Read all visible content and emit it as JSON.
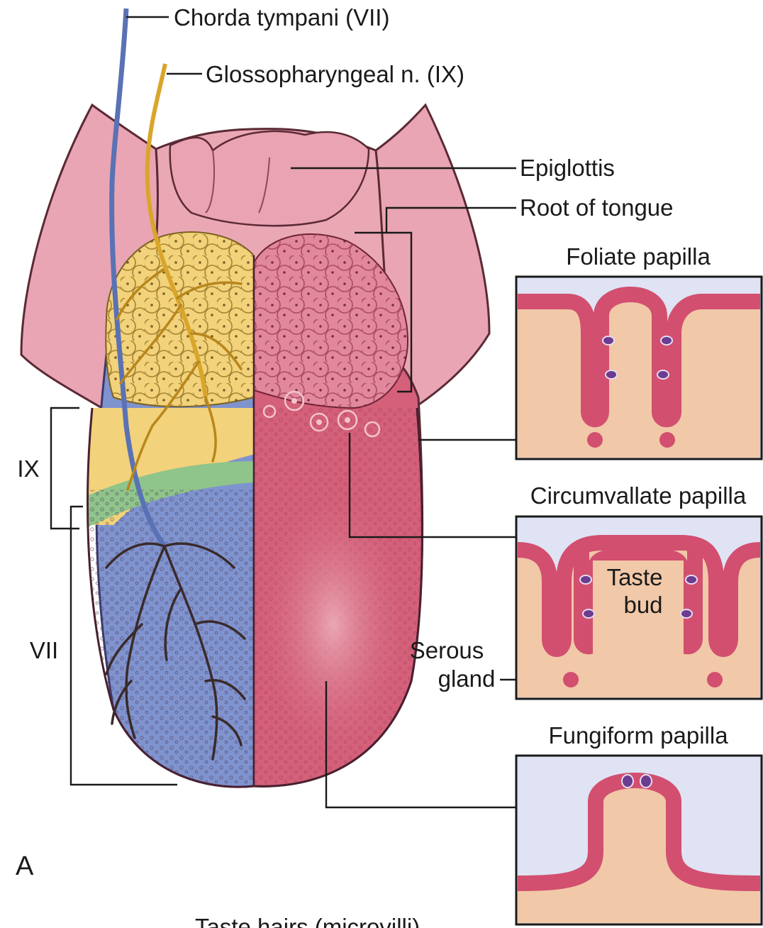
{
  "labels": {
    "chorda_tympani": "Chorda tympani (VII)",
    "glossopharyngeal": "Glossopharyngeal n. (IX)",
    "epiglottis": "Epiglottis",
    "root_of_tongue": "Root of tongue",
    "foliate_papilla": "Foliate papilla",
    "circumvallate_papilla": "Circumvallate papilla",
    "taste_bud_line1": "Taste",
    "taste_bud_line2": "bud",
    "serous_line1": "Serous",
    "serous_line2": "gland",
    "fungiform_papilla": "Fungiform papilla",
    "region_ix": "IX",
    "region_vii": "VII",
    "panel_letter": "A",
    "bottom_caption": "Taste hairs (microvilli)"
  },
  "colors": {
    "chorda_nerve": "#5a72b5",
    "glosso_nerve": "#d9a52a",
    "tongue_pink": "#d4607a",
    "pharynx_pink": "#e9a5b3",
    "yellow_region": "#f2d27a",
    "blue_region": "#7f93cf",
    "green_band": "#8fc48a",
    "papilla_epithelium": "#d24f6f",
    "papilla_fluid": "#dfe3f4",
    "papilla_tissue": "#f1c8a8",
    "taste_bud": "#6b3c8f"
  }
}
